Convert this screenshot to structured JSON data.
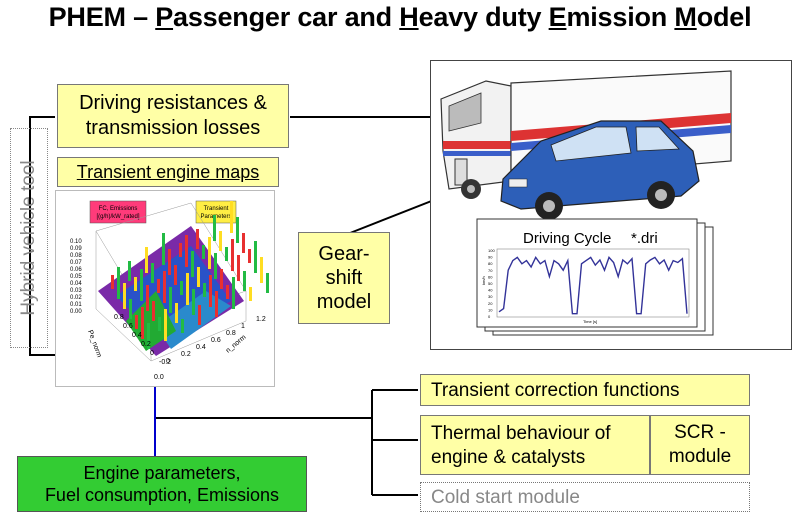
{
  "title": {
    "prefix": "PHEM – ",
    "p_letter": "P",
    "p_rest": "assenger car and ",
    "h_letter": "H",
    "h_rest": "eavy duty ",
    "e_letter": "E",
    "e_rest": "mission ",
    "m_letter": "M",
    "m_rest": "odel"
  },
  "boxes": {
    "driving_resistances": [
      "Driving resistances &",
      "transmission losses"
    ],
    "transient_engine_maps": "Transient engine maps",
    "gear_shift": [
      "Gear-",
      "shift",
      "model"
    ],
    "transient_correction": "Transient correction functions",
    "thermal_behaviour": [
      "Thermal behaviour of",
      "engine & catalysts"
    ],
    "scr_module": [
      "SCR -",
      "module"
    ],
    "cold_start": "Cold start module",
    "engine_parameters": [
      "Engine parameters,",
      "Fuel consumption, Emissions"
    ]
  },
  "side_label": "Hybrid vehicle tool",
  "engine_map": {
    "legend_left": [
      "FC, Emissions",
      "[(g/h)/kW_rated]"
    ],
    "legend_right": [
      "Transient",
      "Parameters"
    ],
    "z_ticks": [
      "0.10",
      "0.09",
      "0.08",
      "0.07",
      "0.06",
      "0.05",
      "0.04",
      "0.03",
      "0.02",
      "0.01",
      "0.00"
    ],
    "axis_left": "Pe_norm",
    "axis_right": "n_norm",
    "left_ticks": [
      "0.8",
      "0.6",
      "0.4",
      "0.2",
      "0",
      "-0.2"
    ],
    "right_ticks": [
      "0",
      "0.2",
      "0.4",
      "0.6",
      "0.8",
      "1",
      "1.2"
    ],
    "bottom_tick": "0.0"
  },
  "driving_cycle": {
    "title": "Driving Cycle",
    "ext": "*.dri",
    "y_label": "km/h",
    "x_label": "Time [s]",
    "y_ticks": [
      "100",
      "90",
      "80",
      "70",
      "60",
      "50",
      "40",
      "30",
      "20",
      "10",
      "0"
    ]
  },
  "colors": {
    "yellow_box": "#ffffa6",
    "green_box": "#33cc33",
    "blue_link": "#0000cc",
    "curve": "#333399"
  }
}
